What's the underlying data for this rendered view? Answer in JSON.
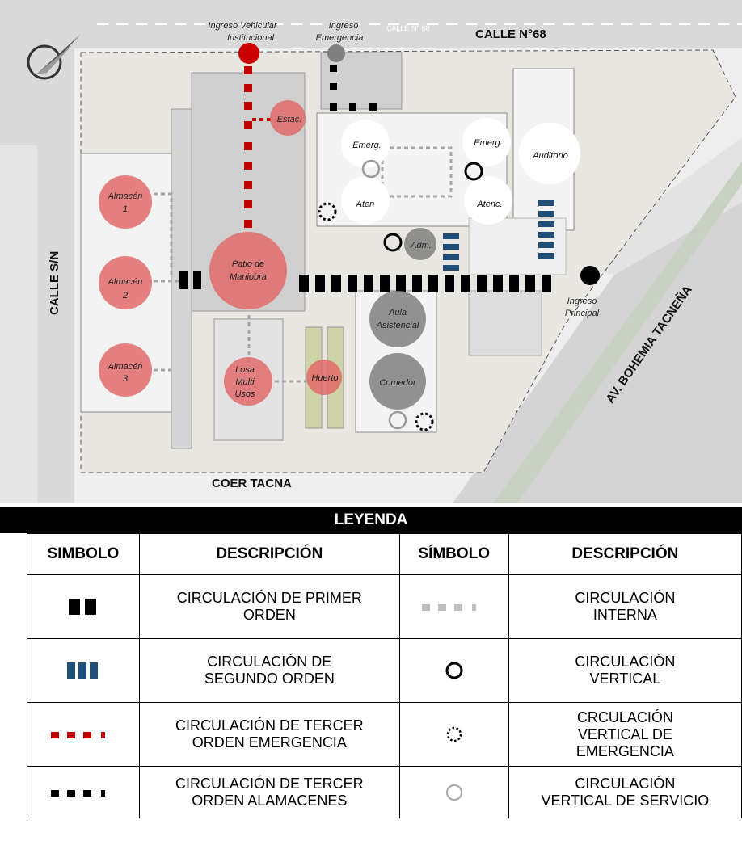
{
  "streets": {
    "top": "CALLE N°68",
    "left": "CALLE S/N",
    "bottom": "COER TACNA",
    "right": "AV. BOHEMIA TACNEÑA",
    "faded_top": "CALLE N° 68"
  },
  "entries": {
    "vehicular_line1": "Ingreso Vehicular",
    "vehicular_line2": "Institucional",
    "emergency_line1": "Ingreso",
    "emergency_line2": "Emergencia",
    "main_line1": "Ingreso",
    "main_line2": "Principal"
  },
  "zones": {
    "almacen1": [
      "Almacén",
      "1"
    ],
    "almacen2": [
      "Almacén",
      "2"
    ],
    "almacen3": [
      "Almacén",
      "3"
    ],
    "patio": [
      "Patio de",
      "Maniobra"
    ],
    "losa": [
      "Losa",
      "Multi",
      "Usos"
    ],
    "huerto": "Huerto",
    "estac": "Estac.",
    "emerg_left": "Emerg.",
    "emerg_right": "Emerg.",
    "aten": "Aten",
    "atenc": "Atenc.",
    "auditorio": "Auditorio",
    "adm": "Adm.",
    "aula": [
      "Aula",
      "Asistencial"
    ],
    "comedor": "Comedor"
  },
  "colors": {
    "first_order": "#000000",
    "second_order": "#1f4e79",
    "third_order_emergency": "#c00000",
    "third_order_storage": "#000000",
    "internal": "#a6a6a6",
    "red_zone": "#e06666",
    "grey_zone": "#7f7f7f"
  },
  "legend": {
    "title": "LEYENDA",
    "headers": [
      "SIMBOLO",
      "DESCRIPCIÓN",
      "SÍMBOLO",
      "DESCRIPCIÓN"
    ],
    "rows": [
      {
        "left_symbol": "first-order-icon",
        "left_line1": "CIRCULACIÓN DE PRIMER",
        "left_line2": "ORDEN",
        "right_symbol": "internal-dashed-icon",
        "right_line1": "CIRCULACIÓN",
        "right_line2": "INTERNA",
        "right_line3": ""
      },
      {
        "left_symbol": "second-order-icon",
        "left_line1": "CIRCULACIÓN DE",
        "left_line2": "SEGUNDO ORDEN",
        "right_symbol": "vertical-circle-icon",
        "right_line1": "CIRCULACIÓN",
        "right_line2": "VERTICAL",
        "right_line3": ""
      },
      {
        "left_symbol": "third-order-emergency-icon",
        "left_line1": "CIRCULACIÓN DE TERCER",
        "left_line2": "ORDEN EMERGENCIA",
        "right_symbol": "dotted-circle-icon",
        "right_line1": "CRCULACIÓN",
        "right_line2": "VERTICAL DE",
        "right_line3": "EMERGENCIA"
      },
      {
        "left_symbol": "third-order-storage-icon",
        "left_line1": "CIRCULACIÓN DE TERCER",
        "left_line2": "ORDEN ALAMACENES",
        "right_symbol": "service-circle-icon",
        "right_line1": "CIRCULACIÓN",
        "right_line2": "VERTICAL DE SERVICIO",
        "right_line3": ""
      }
    ]
  }
}
